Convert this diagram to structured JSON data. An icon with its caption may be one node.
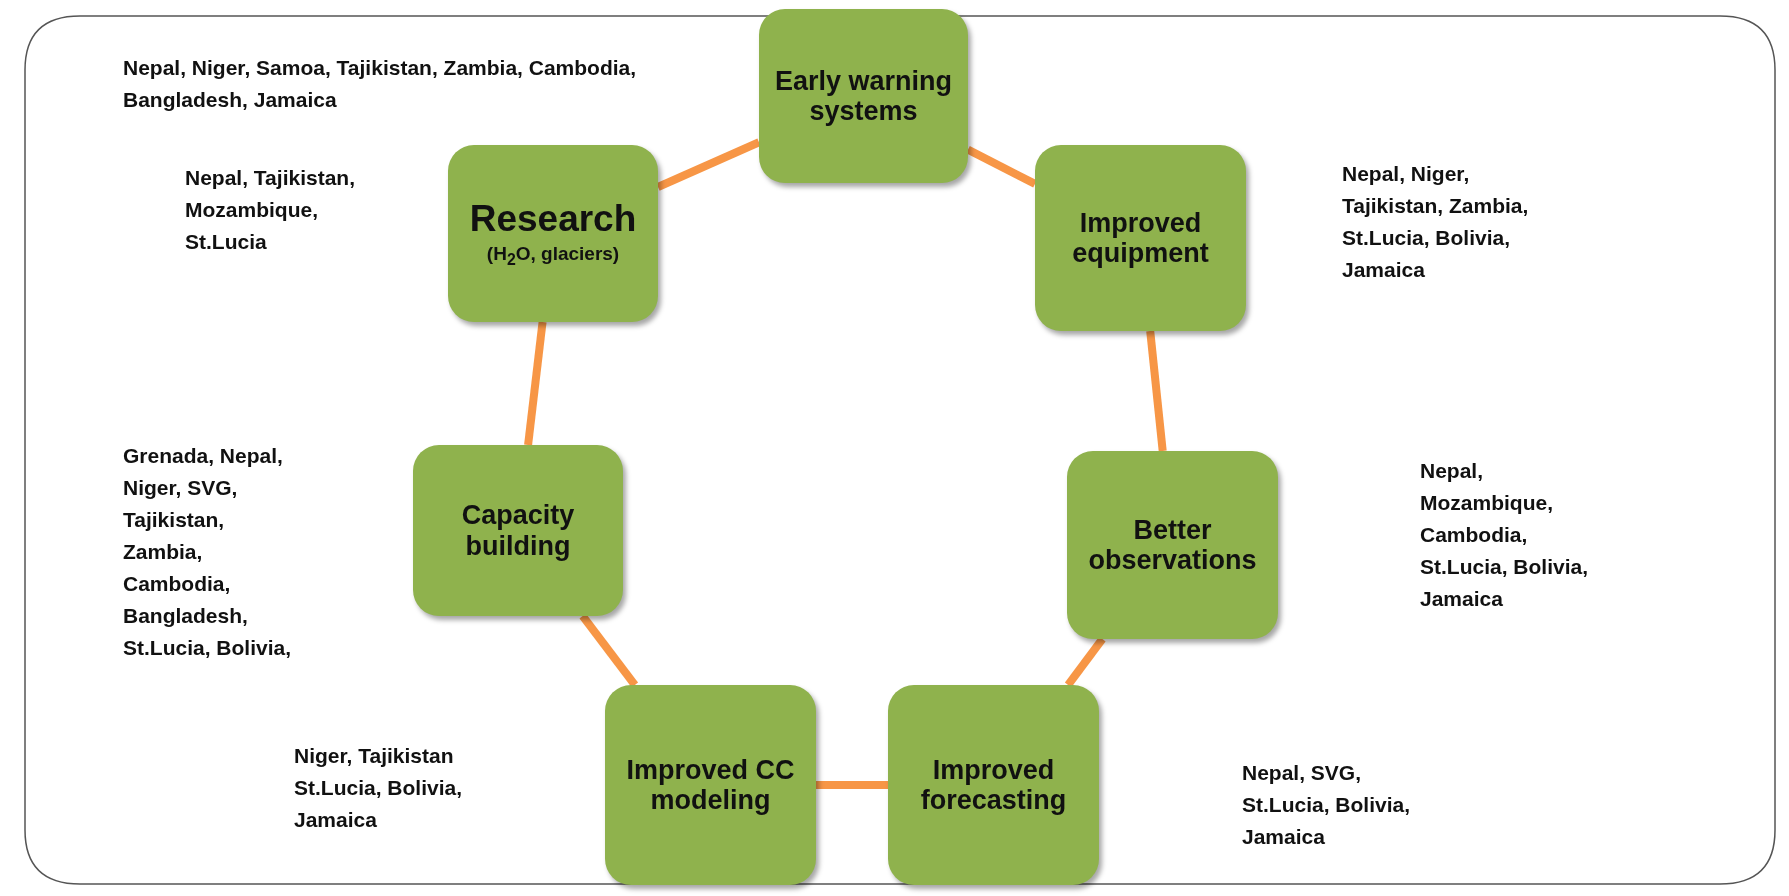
{
  "diagram": {
    "nodes": [
      {
        "text": [
          "Early warning systems"
        ]
      },
      {
        "text": [
          "Improved equipment"
        ]
      },
      {
        "text": [
          "Better observations"
        ]
      },
      {
        "text": [
          "Improved forecasting"
        ]
      },
      {
        "text": [
          "Improved CC modeling"
        ]
      },
      {
        "text": [
          "Capacity building"
        ]
      },
      {
        "text": [
          "Research",
          "(H$_{2}$O, glaciers)"
        ]
      }
    ],
    "edges": [
      {
        "from": 0,
        "to": 1,
        "arrow": "none"
      },
      {
        "from": 1,
        "to": 2,
        "arrow": "none"
      },
      {
        "from": 2,
        "to": 3,
        "arrow": "none"
      },
      {
        "from": 3,
        "to": 4,
        "arrow": "none"
      },
      {
        "from": 4,
        "to": 5,
        "arrow": "none"
      },
      {
        "from": 5,
        "to": 6,
        "arrow": "none"
      },
      {
        "from": 6,
        "to": 0,
        "arrow": "none"
      }
    ],
    "labels": [
      "Nepal, Niger, Samoa, Tajikistan, Zambia, Cambodia, Bangladesh, Jamaica",
      "Nepal, Tajikistan, Mozambique, St.Lucia",
      "Nepal, Niger, Tajikistan, Zambia, St.Lucia, Bolivia, Jamaica",
      "Grenada, Nepal, Niger, SVG, Tajikistan, Zambia, Cambodia, Bangladesh, St.Lucia, Bolivia,",
      "Nepal, Mozambique, Cambodia, St.Lucia, Bolivia, Jamaica",
      "Niger, Tajikistan St.Lucia, Bolivia, Jamaica",
      "Nepal, SVG, St.Lucia, Bolivia, Jamaica"
    ]
  }
}
